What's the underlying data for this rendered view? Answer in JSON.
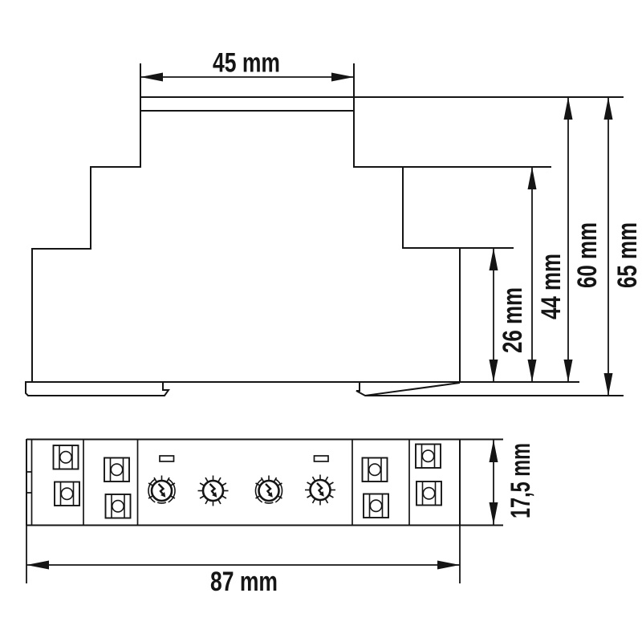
{
  "drawing": {
    "title": "DIN-rail module dimension drawing",
    "views": {
      "side_view": {
        "name": "side profile with stepped housing and DIN-rail clip"
      },
      "front_view": {
        "name": "front face with terminals and rotary switches",
        "terminal_count": 8,
        "rotary_switch_count": 4,
        "led_count": 2
      }
    },
    "dimensions": {
      "top_width": {
        "label": "45 mm",
        "value": 45,
        "unit": "mm"
      },
      "step_depth": {
        "label": "26 mm",
        "value": 26,
        "unit": "mm"
      },
      "mid_depth": {
        "label": "44 mm",
        "value": 44,
        "unit": "mm"
      },
      "body_depth": {
        "label": "60 mm",
        "value": 60,
        "unit": "mm"
      },
      "total_depth": {
        "label": "65 mm",
        "value": 65,
        "unit": "mm"
      },
      "body_length": {
        "label": "87 mm",
        "value": 87,
        "unit": "mm"
      },
      "module_width": {
        "label": "17,5 mm",
        "value": 17.5,
        "unit": "mm"
      }
    },
    "colors": {
      "line": "#151515",
      "background": "#ffffff"
    }
  }
}
